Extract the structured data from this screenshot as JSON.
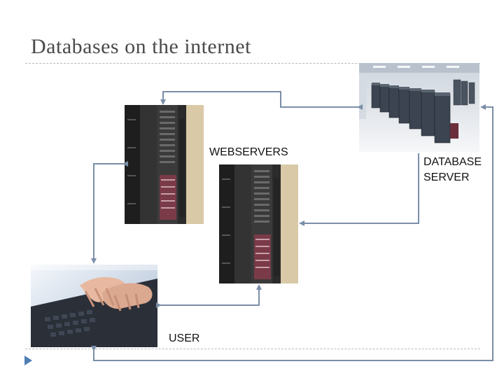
{
  "slide": {
    "title": "Databases on the internet"
  },
  "labels": {
    "webservers": "WEBSERVERS",
    "database_server_line1": "DATABASE",
    "database_server_line2": "SERVER",
    "user": "USER"
  },
  "colors": {
    "connector": "#7b8ea8",
    "title": "#4a4a4a",
    "bullet": "#4f7fb4"
  },
  "icons": {
    "bullet": "triangle-bullet-icon"
  }
}
